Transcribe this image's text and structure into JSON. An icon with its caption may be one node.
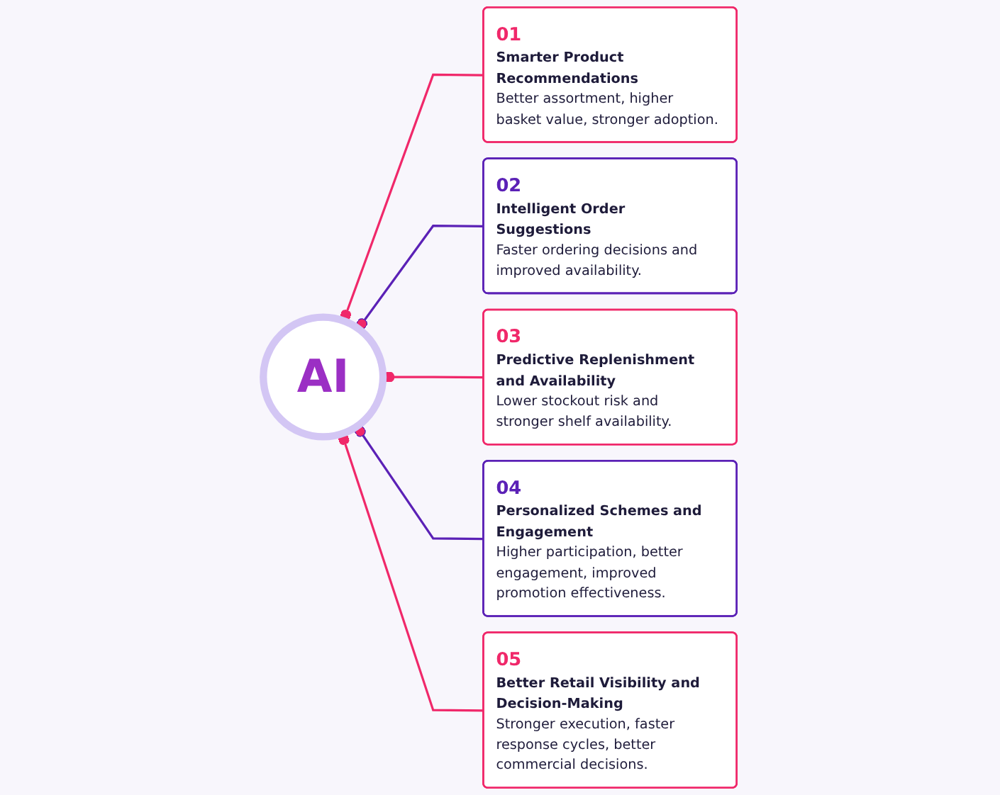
{
  "diagram": {
    "nodes": [
      {
        "text": [
          "AI"
        ]
      },
      {
        "text": [
          "01",
          "Smarter Product Recommendations",
          "Better assortment, higher basket value, stronger adoption."
        ]
      },
      {
        "text": [
          "02",
          "Intelligent Order Suggestions",
          "Faster ordering decisions and improved availability."
        ]
      },
      {
        "text": [
          "03",
          "Predictive Replenishment and Availability",
          "Lower stockout risk and stronger shelf availability."
        ]
      },
      {
        "text": [
          "04",
          "Personalized Schemes and Engagement",
          "Higher participation, better engagement, improved promotion effectiveness."
        ]
      },
      {
        "text": [
          "05",
          "Better Retail Visibility and Decision-Making",
          "Stronger execution, faster response cycles, better commercial decisions."
        ]
      }
    ],
    "edges": [
      {
        "from": 1,
        "to": 0,
        "arrow": "other"
      },
      {
        "from": 2,
        "to": 0,
        "arrow": "other",
        "color": "#5b21b6"
      },
      {
        "from": 3,
        "to": 0,
        "arrow": "other"
      },
      {
        "from": 4,
        "to": 0,
        "arrow": "other",
        "color": "#5b21b6"
      },
      {
        "from": 5,
        "to": 0,
        "arrow": "other"
      }
    ]
  }
}
